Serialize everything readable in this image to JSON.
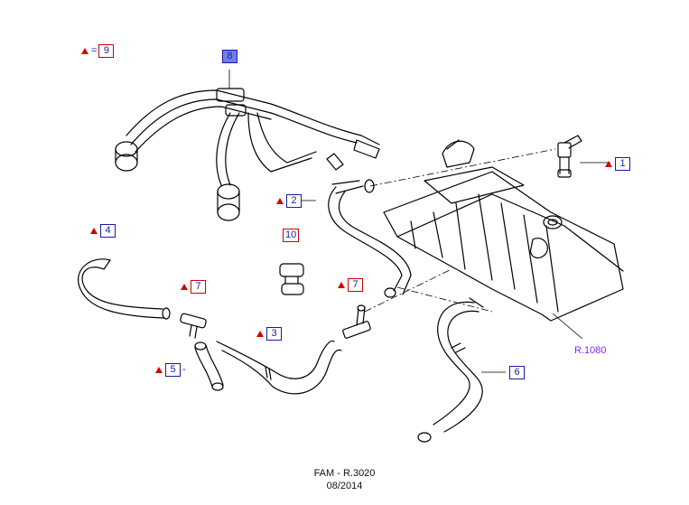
{
  "callouts": {
    "c1": "1",
    "c2": "2",
    "c3": "3",
    "c4": "4",
    "c5": "5",
    "c6": "6",
    "c7a": "7",
    "c7b": "7",
    "c8": "8",
    "c9": "9",
    "c10": "10",
    "eq_sign": "=",
    "dash": "-"
  },
  "reference": "R.1080",
  "footer": {
    "line1": "FAM - R.3020",
    "line2": "08/2014"
  },
  "colors": {
    "callout_box_blue": "#1a1aa8",
    "callout_box_red": "#d40000",
    "callout_box_filled": "#6f7fe6",
    "reference_text": "#8a2be2",
    "line_art": "#000000"
  }
}
